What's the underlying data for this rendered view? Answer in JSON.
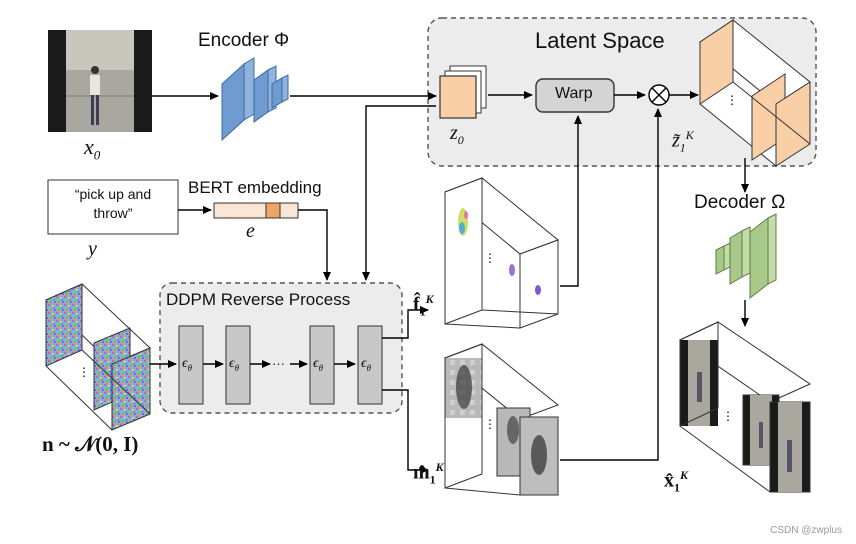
{
  "encoder_label": "Encoder Φ",
  "latent_space_title": "Latent Space",
  "warp_label": "Warp",
  "x0_label": "x",
  "x0_sub": "0",
  "z0_label": "z",
  "z0_sub": "0",
  "ztilde_label": "z̃",
  "ztilde_sub": "1",
  "ztilde_sup": "K",
  "prompt_line1": "“pick up and",
  "prompt_line2": "throw”",
  "y_label": "y",
  "bert_label": "BERT embedding",
  "e_label": "e",
  "decoder_label": "Decoder Ω",
  "ddpm_label": "DDPM Reverse Process",
  "eps_label": "ϵ",
  "eps_sub": "θ",
  "eps_dots": "···",
  "f_label": "f̂",
  "f_sub": "1",
  "f_sup": "K",
  "m_label": "m̂",
  "m_sub": "1",
  "m_sup": "K",
  "xhat_label": "x̂",
  "xhat_sub": "1",
  "xhat_sup": "K",
  "noise_label": "n ~ 𝒩(0, I)",
  "watermark": "CSDN @zwplus",
  "colors": {
    "encoder_blue": "#6f9bd1",
    "latent_orange": "#f9cfa8",
    "decoder_green": "#a8c98a",
    "warp_gray": "#d4d4d4",
    "panel_gray": "#ececec",
    "bert_accent": "#f0a468",
    "bert_light": "#fbe6d6"
  }
}
